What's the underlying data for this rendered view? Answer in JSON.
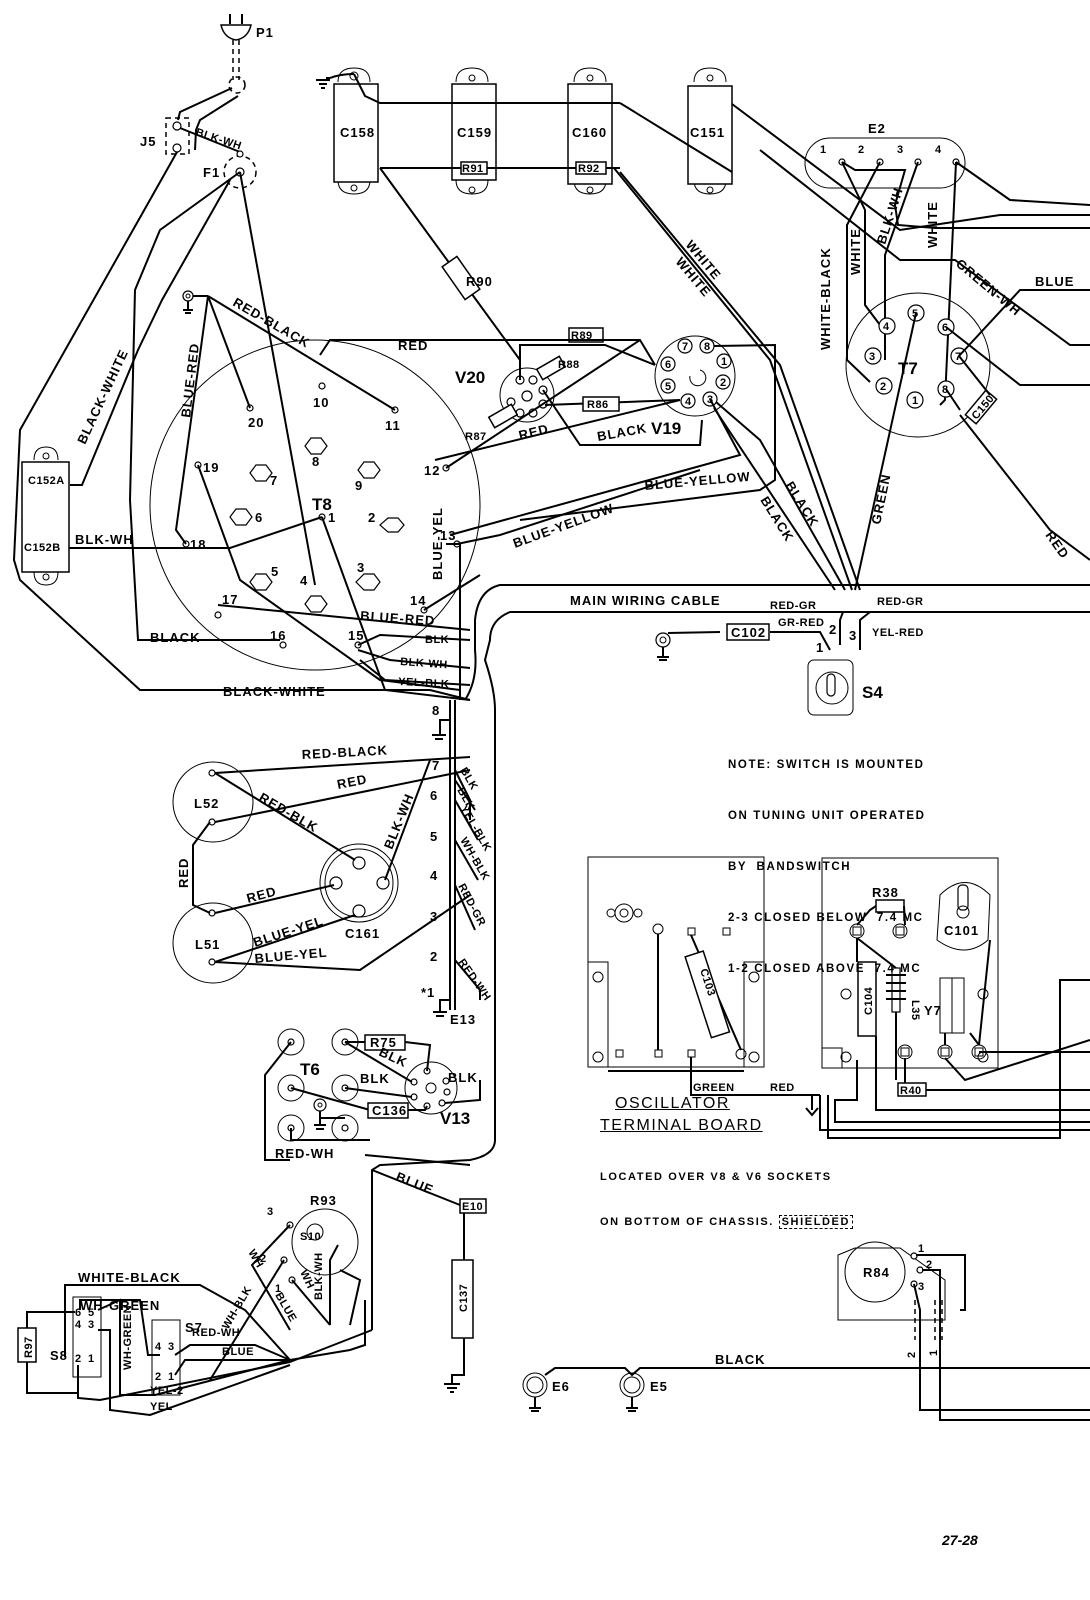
{
  "page_number": "27-28",
  "note": {
    "lines": [
      "NOTE: SWITCH IS MOUNTED",
      "ON TUNING UNIT OPERATED",
      "BY  BANDSWITCH",
      "2-3 CLOSED BELOW  7.4 MC",
      "1-2 CLOSED ABOVE  7.4 MC"
    ]
  },
  "oscillator_board": {
    "title_line1": "OSCILLATOR",
    "title_line2": "TERMINAL BOARD",
    "location_line1": "LOCATED OVER V8 & V6 SOCKETS",
    "location_line2": "ON BOTTOM OF CHASSIS.",
    "shielded": "SHIELDED"
  },
  "components": {
    "P1": "P1",
    "J5": "J5",
    "F1": "F1",
    "C158": "C158",
    "C159": "C159",
    "C160": "C160",
    "C151": "C151",
    "R91": "R91",
    "R92": "R92",
    "R90": "R90",
    "E2": "E2",
    "T7": "T7",
    "C150": "C150",
    "V20": "V20",
    "V19": "V19",
    "R88": "R88",
    "R89": "R89",
    "R86": "R86",
    "R87": "R87",
    "T8": "T8",
    "C152A": "C152A",
    "C152B": "C152B",
    "C102": "C102",
    "S4": "S4",
    "L52": "L52",
    "L51": "L51",
    "C161": "C161",
    "E13": "E13",
    "T6": "T6",
    "R75": "R75",
    "C136": "C136",
    "V13": "V13",
    "R93": "R93",
    "S10": "S10",
    "S7": "S7",
    "S8": "S8",
    "R97": "R97",
    "E10": "E10",
    "C137": "C137",
    "E6": "E6",
    "E5": "E5",
    "C103": "C103",
    "R38": "R38",
    "C101": "C101",
    "C104": "C104",
    "L35": "L35",
    "Y7": "Y7",
    "R40": "R40",
    "R84": "R84"
  },
  "e2_terminals": [
    "1",
    "2",
    "3",
    "4"
  ],
  "t7_pins": [
    "1",
    "2",
    "3",
    "4",
    "5",
    "6",
    "7",
    "8"
  ],
  "v19_pins": [
    "1",
    "2",
    "3",
    "4",
    "5",
    "6",
    "7",
    "8"
  ],
  "t8_terminals": [
    "1",
    "2",
    "3",
    "4",
    "5",
    "6",
    "7",
    "8",
    "9",
    "10",
    "11",
    "12",
    "13",
    "14",
    "15",
    "16",
    "17",
    "18",
    "19",
    "20"
  ],
  "terminal_strip": [
    "1",
    "2",
    "3",
    "4",
    "5",
    "6",
    "7",
    "8"
  ],
  "s4_terminals": [
    "1",
    "2",
    "3"
  ],
  "r84_terminals": [
    "1",
    "2",
    "3"
  ],
  "r93_terminals": [
    "1",
    "2",
    "3"
  ],
  "s8_terminals": [
    "6",
    "5",
    "4",
    "3",
    "2",
    "1"
  ],
  "s7_terminals": [
    "4",
    "3",
    "2",
    "1"
  ],
  "wire_labels": {
    "blk_wh_j5": "BLK-WH",
    "black_white_left": "BLACK-WHITE",
    "blue_red_top": "BLUE-RED",
    "red_black_top": "RED-BLACK",
    "red_top": "RED",
    "blk_wh_c152b": "BLK-WH",
    "black_t8": "BLACK",
    "black_white_bottom": "BLACK-WHITE",
    "blue_red_15": "BLUE-RED",
    "blk_15": "BLK",
    "blk_wh_15": "BLK-WH",
    "yel_blk_15": "YEL-BLK",
    "blue_yel_13": "BLUE-YEL",
    "blue_yellow_long": "BLUE-YELLOW",
    "blue_yellow_diag": "BLUE-YELLOW",
    "red_v20": "RED",
    "black_v19": "BLACK",
    "white_1": "WHITE",
    "white_2": "WHITE",
    "black_1": "BLACK",
    "black_2": "BLACK",
    "white_black_e2": "WHITE-BLACK",
    "white_e2": "WHITE",
    "blk_wh_e2": "BLK-WH",
    "white_e2_4": "WHITE",
    "green_wh": "GREEN-WH",
    "blue_right": "BLUE",
    "green": "GREEN",
    "red_right": "RED",
    "main_cable": "MAIN  WIRING  CABLE",
    "red_gr_1": "RED-GR",
    "red_gr_2": "RED-GR",
    "gr_red": "GR-RED",
    "yel_red": "YEL-RED",
    "red_black_l52": "RED-BLACK",
    "red_l52": "RED",
    "red_blk_l52": "RED-BLK",
    "blk_wh_c161": "BLK-WH",
    "red_vertical": "RED",
    "red_l51": "RED",
    "blue_yel_l51a": "BLUE-YEL",
    "blue_yel_l51b": "BLUE-YEL",
    "strip_blk_1": "BLK",
    "strip_blk_2": "BLK",
    "strip_yel_blk": "YEL-BLK",
    "strip_wh_blk": "WH-BLK",
    "strip_red_gr": "RED-GR",
    "strip_red_wh": "RED-WH",
    "blk_r75": "BLK",
    "blk_t6": "BLK",
    "blk_v13": "BLK",
    "red_wh_t6": "RED-WH",
    "blue_e10": "BLUE",
    "white_black_s8": "WHITE-BLACK",
    "wh_green_s8": "WH-GREEN",
    "wh_green_vert": "WH-GREEN",
    "red_wh_s7": "RED-WH",
    "blue_s7": "BLUE",
    "yel_2": "YEL-2",
    "yel": "YEL",
    "wh_blk_r93": "WH-BLK",
    "wh_r93": "WH",
    "blue_r93": "BLUE",
    "wh_r93b": "WH",
    "blk_wh_r93": "BLK-WH",
    "green_osc": "GREEN",
    "red_osc": "RED",
    "black_bottom": "BLACK",
    "r84_wire_2": "2",
    "r84_wire_1": "1",
    "asterisk_1": "*1"
  }
}
